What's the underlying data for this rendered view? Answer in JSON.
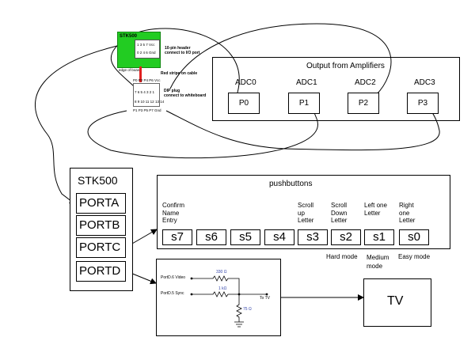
{
  "stk500_board": {
    "board_label": "STK500",
    "edge_label": "edge of board",
    "header_pins_top": "1 3 5 7 Vcc",
    "header_pins_bottom": "0 2 4 6 Gnd",
    "header_note": "10-pin header\nconnect to I/O port",
    "stripe_note": "Red stripe on cable",
    "dip_pins_top": "P0 P2 P4 P6 Vcc",
    "dip_pins_row2": "7 6 5 4 3 2 1",
    "dip_pins_row3": "8 9 10 11 12 13 14",
    "dip_pins_bottom": "P1 P3 P5 P7 Gnd",
    "dip_note": "DIP plug\nconnect to whiteboard",
    "colors": {
      "board_green": "#22cc22",
      "stripe_red": "#e02020"
    }
  },
  "amplifiers": {
    "title": "Output from Amplifiers",
    "channels": [
      {
        "adc": "ADC0",
        "port": "P0"
      },
      {
        "adc": "ADC1",
        "port": "P1"
      },
      {
        "adc": "ADC2",
        "port": "P2"
      },
      {
        "adc": "ADC3",
        "port": "P3"
      }
    ]
  },
  "stk500": {
    "title": "STK500",
    "ports": [
      "PORTA",
      "PORTB",
      "PORTC",
      "PORTD"
    ]
  },
  "pushbuttons": {
    "title": "pushbuttons",
    "buttons": [
      {
        "id": "s7",
        "label": "Confirm\nName\nEntry"
      },
      {
        "id": "s6",
        "label": ""
      },
      {
        "id": "s5",
        "label": ""
      },
      {
        "id": "s4",
        "label": ""
      },
      {
        "id": "s3",
        "label": "Scroll\nup\nLetter"
      },
      {
        "id": "s2",
        "label": "Scroll\nDown\nLetter"
      },
      {
        "id": "s1",
        "label": "Left one\nLetter"
      },
      {
        "id": "s0",
        "label": "Right\none\nLetter"
      }
    ],
    "modes": [
      {
        "text": "Hard mode"
      },
      {
        "text": "Medium\nmode"
      },
      {
        "text": "Easy mode"
      }
    ]
  },
  "video_circuit": {
    "video_pin": "PortD.6 Video",
    "sync_pin": "PortD.5 Sync",
    "r_video": "330 Ω",
    "r_sync": "1 kΩ",
    "r_load": "75 Ω",
    "output": "To TV"
  },
  "tv": {
    "label": "TV"
  }
}
